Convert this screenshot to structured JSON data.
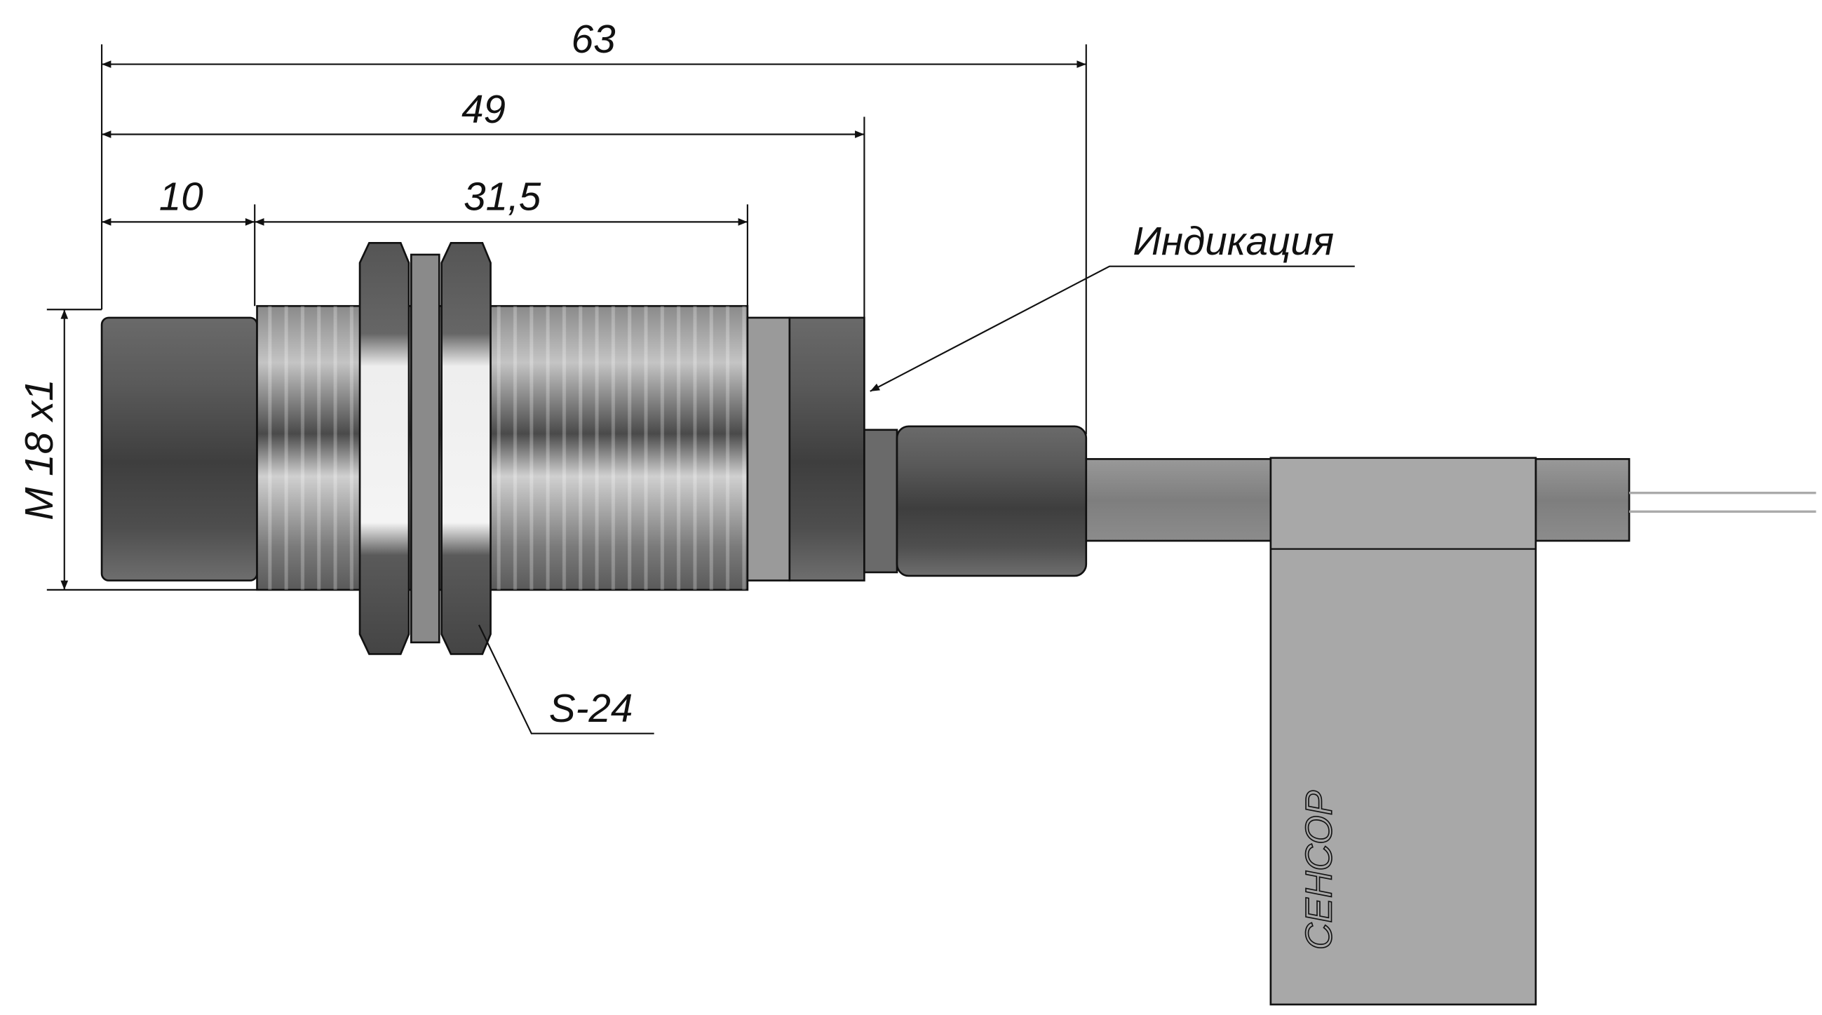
{
  "drawing": {
    "dimensions": {
      "overall_length": "63",
      "body_length": "49",
      "front_length": "10",
      "thread_length": "31,5",
      "thread_spec": "M 18 x1"
    },
    "callouts": {
      "indication": "Индикация",
      "nut_size": "S-24"
    },
    "label_text": "СЕНСОР",
    "colors": {
      "line": "#111111",
      "body_dark": "#4a4a4a",
      "body_light": "#d8d8d8",
      "label": "#a8a8a8"
    }
  }
}
